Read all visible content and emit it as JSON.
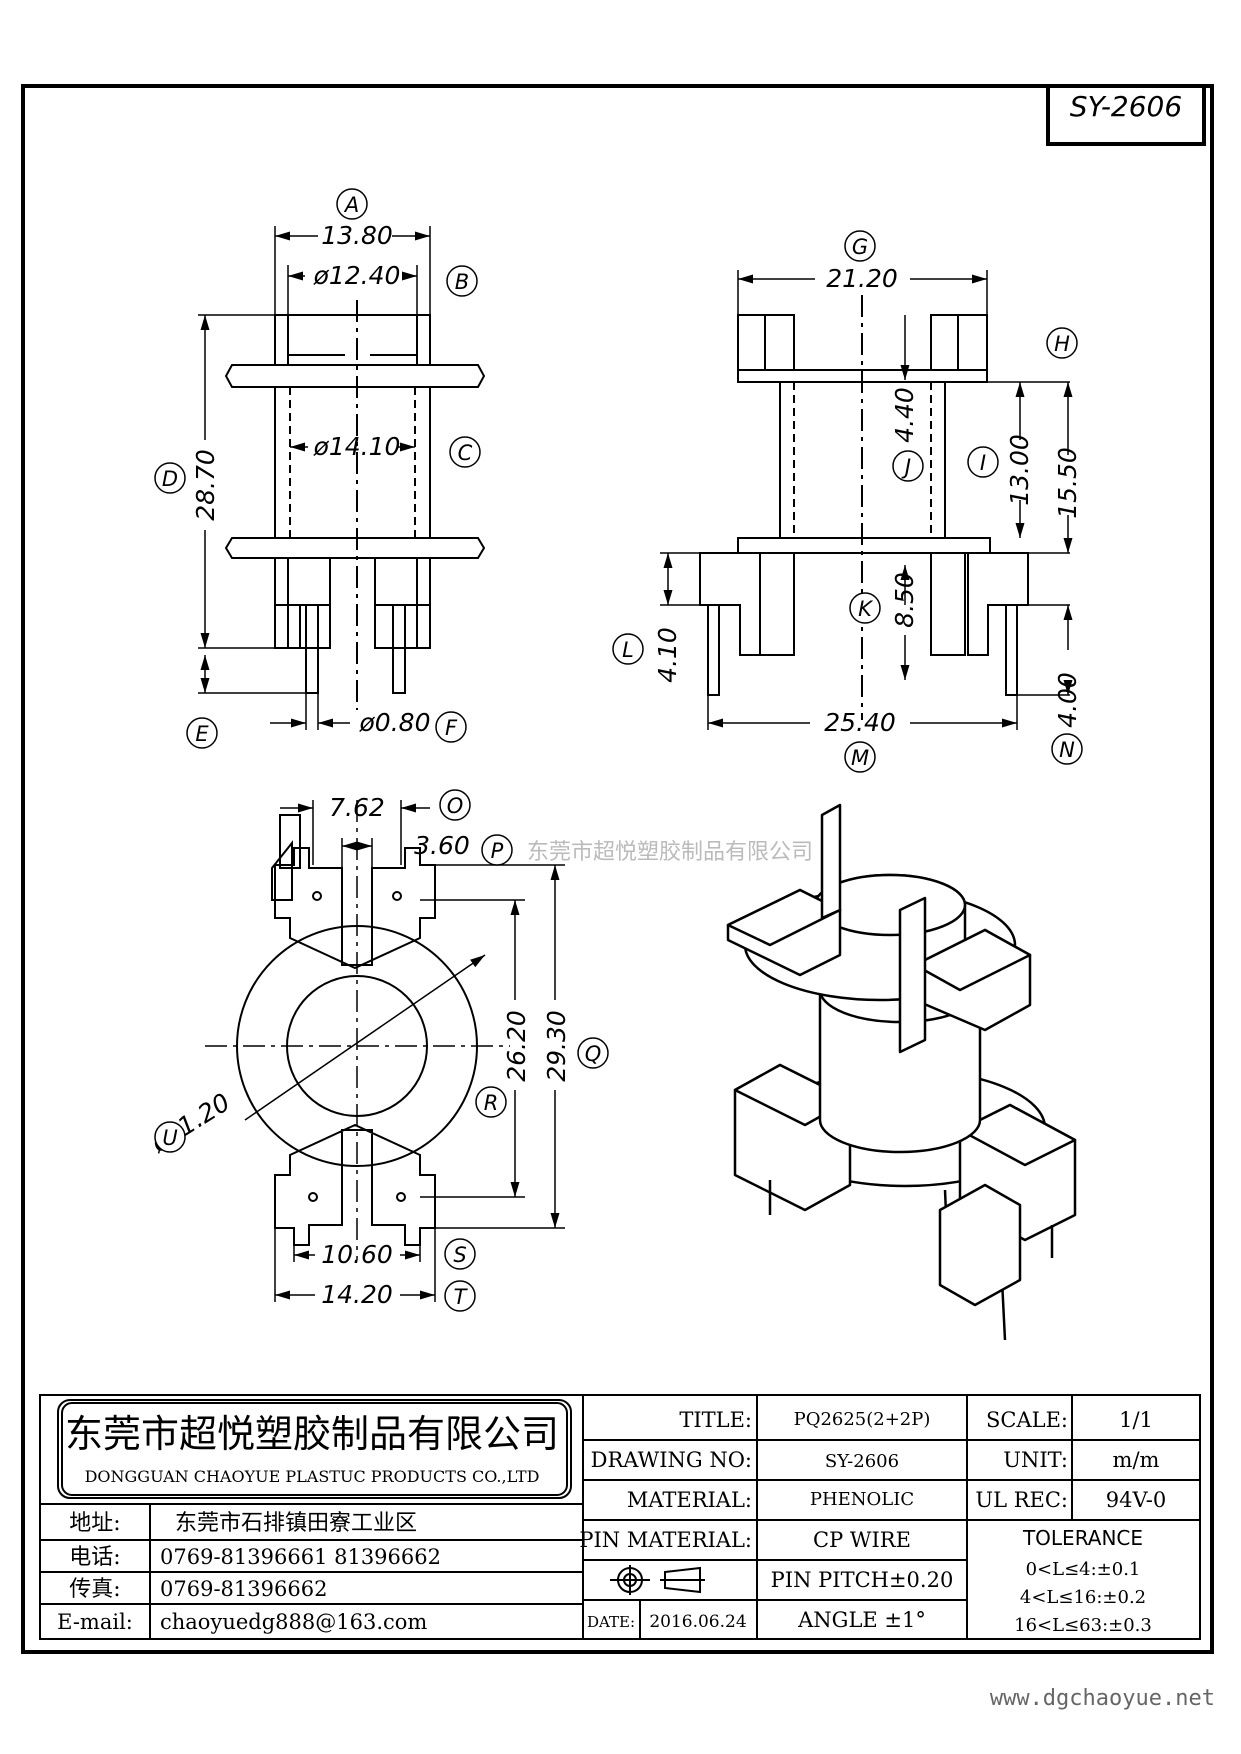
{
  "drawing_id": "SY-2606",
  "front_view": {
    "A": {
      "label": "A",
      "value": "13.80"
    },
    "B": {
      "label": "B",
      "value": "ø12.40"
    },
    "C": {
      "label": "C",
      "value": "ø14.10"
    },
    "D": {
      "label": "D",
      "value": "28.70"
    },
    "E": {
      "label": "E"
    },
    "F": {
      "label": "F",
      "value": "ø0.80"
    }
  },
  "side_view": {
    "G": {
      "label": "G",
      "value": "21.20"
    },
    "H": {
      "label": "H"
    },
    "I": {
      "label": "I",
      "value": "13.00"
    },
    "H_value": "15.50",
    "J": {
      "label": "J",
      "value": "4.40"
    },
    "K": {
      "label": "K",
      "value": "8.50"
    },
    "L": {
      "label": "L",
      "value": "4.10"
    },
    "M": {
      "label": "M",
      "value": "25.40"
    },
    "N": {
      "label": "N",
      "value": "4.00"
    }
  },
  "top_view": {
    "O": {
      "label": "O",
      "value": "7.62"
    },
    "P": {
      "label": "P",
      "value": "3.60"
    },
    "Q": {
      "label": "Q",
      "value": "29.30"
    },
    "R": {
      "label": "R",
      "value": "26.20"
    },
    "S": {
      "label": "S",
      "value": "10.60"
    },
    "T": {
      "label": "T",
      "value": "14.20"
    },
    "U": {
      "label": "U",
      "value": "ø21.20"
    }
  },
  "watermark": "东莞市超悦塑胶制品有限公司",
  "title_block": {
    "company_cn": "东莞市超悦塑胶制品有限公司",
    "company_en": "DONGGUAN CHAOYUE PLASTUC PRODUCTS CO.,LTD",
    "address_label": "地址:",
    "address": "东莞市石排镇田寮工业区",
    "phone_label": "电话:",
    "phone": "0769-81396661   81396662",
    "fax_label": "传真:",
    "fax": "0769-81396662",
    "email_label": "E-mail:",
    "email": "chaoyuedg888@163.com",
    "title_label": "TITLE:",
    "title": "PQ2625(2+2P)",
    "drawing_no_label": "DRAWING NO:",
    "drawing_no": "SY-2606",
    "material_label": "MATERIAL:",
    "material": "PHENOLIC",
    "pin_material_label": "PIN MATERIAL:",
    "pin_material": "CP WIRE",
    "pin_pitch": "PIN PITCH±0.20",
    "date_label": "DATE:",
    "date": "2016.06.24",
    "angle": "ANGLE  ±1°",
    "scale_label": "SCALE:",
    "scale": "1/1",
    "unit_label": "UNIT:",
    "unit": "m/m",
    "ul_label": "UL REC:",
    "ul": "94V-0",
    "tolerance_label": "TOLERANCE",
    "tol1": "0<L≤4:±0.1",
    "tol2": "4<L≤16:±0.2",
    "tol3": "16<L≤63:±0.3"
  },
  "website": "www.dgchaoyue.net"
}
